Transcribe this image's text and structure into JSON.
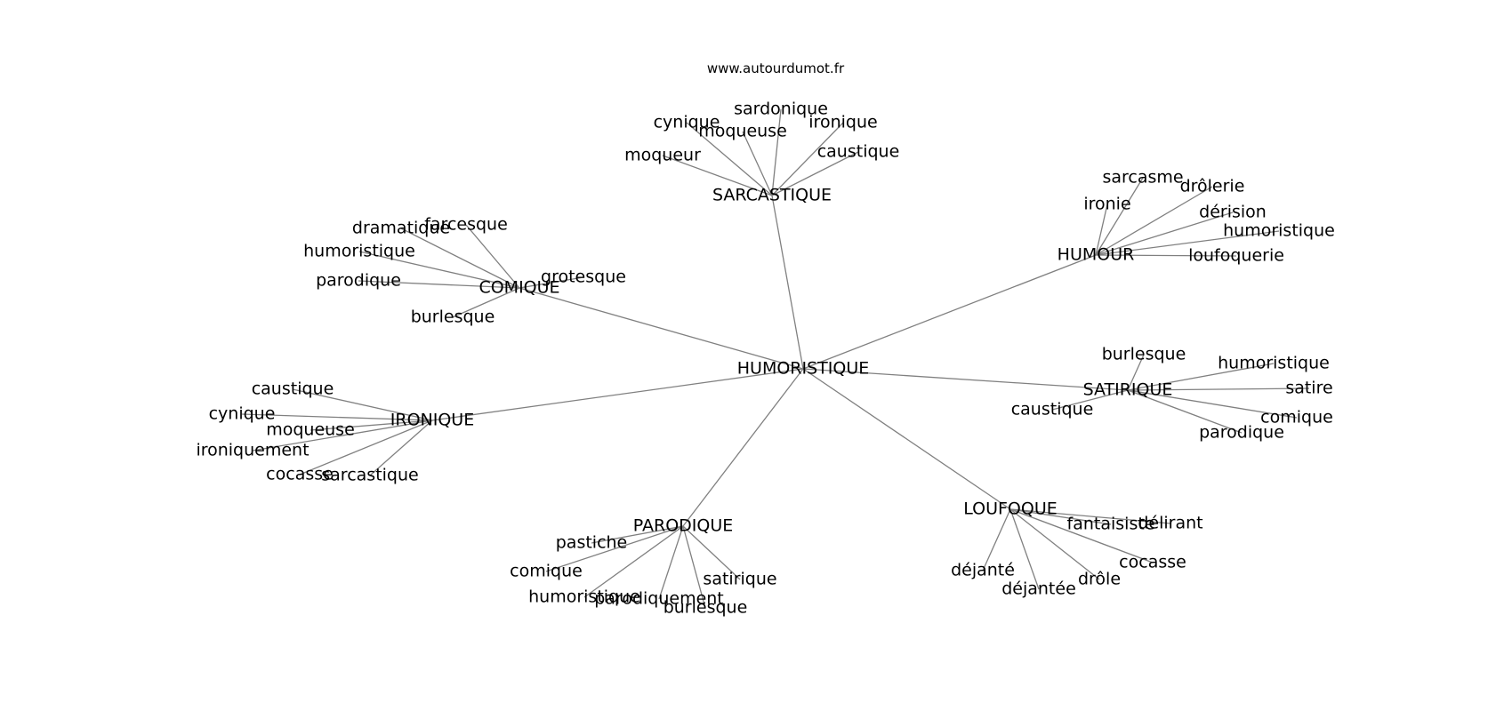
{
  "site": "www.autourdumot.fr",
  "graph": {
    "center": "HUMORISTIQUE",
    "clusters": [
      {
        "hub": "SARCASTIQUE",
        "leaves": [
          "sardonique",
          "cynique",
          "moqueuse",
          "ironique",
          "caustique",
          "moqueur"
        ]
      },
      {
        "hub": "HUMOUR",
        "leaves": [
          "sarcasme",
          "drôlerie",
          "ironie",
          "dérision",
          "humoristique",
          "loufoquerie"
        ]
      },
      {
        "hub": "COMIQUE",
        "leaves": [
          "dramatique",
          "farcesque",
          "humoristique",
          "grotesque",
          "parodique",
          "burlesque"
        ]
      },
      {
        "hub": "IRONIQUE",
        "leaves": [
          "caustique",
          "cynique",
          "moqueuse",
          "ironiquement",
          "cocasse",
          "sarcastique"
        ]
      },
      {
        "hub": "SATIRIQUE",
        "leaves": [
          "burlesque",
          "humoristique",
          "satire",
          "caustique",
          "comique",
          "parodique"
        ]
      },
      {
        "hub": "PARODIQUE",
        "leaves": [
          "pastiche",
          "comique",
          "satirique",
          "humoristique",
          "parodiquement",
          "burlesque"
        ]
      },
      {
        "hub": "LOUFOQUE",
        "leaves": [
          "fantaisiste",
          "délirant",
          "cocasse",
          "déjanté",
          "drôle",
          "déjantée"
        ]
      }
    ]
  }
}
